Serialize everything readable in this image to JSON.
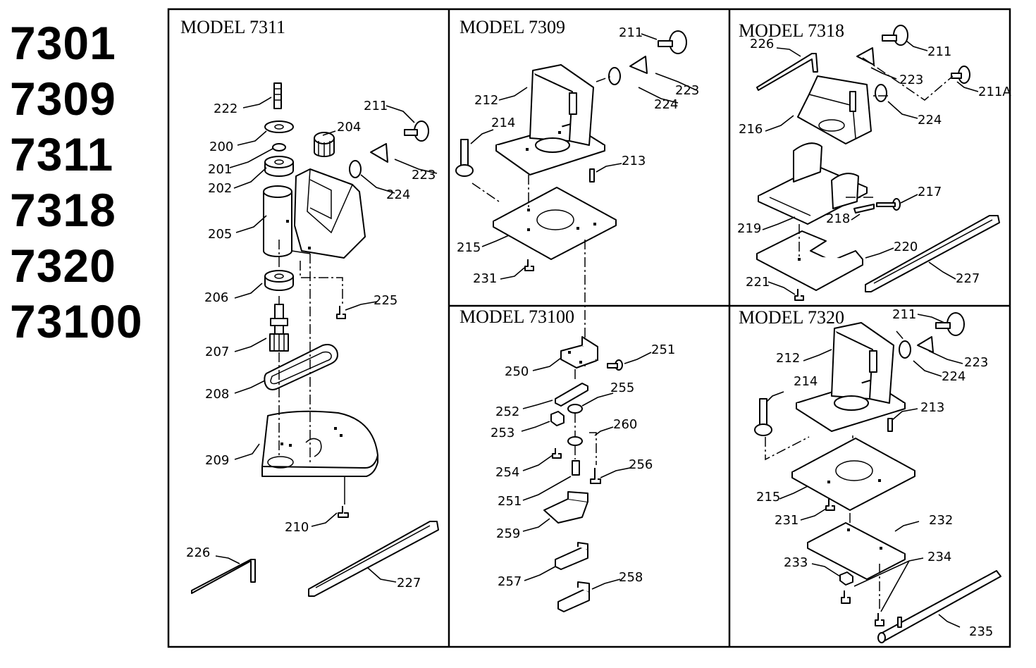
{
  "model_list": [
    "7301",
    "7309",
    "7311",
    "7318",
    "7320",
    "73100"
  ],
  "panels": {
    "p7311": {
      "title": "MODEL 7311",
      "labels": {
        "l222": "222",
        "l200": "200",
        "l201": "201",
        "l202": "202",
        "l204": "204",
        "l211": "211",
        "l223": "223",
        "l224": "224",
        "l205": "205",
        "l206": "206",
        "l225": "225",
        "l207": "207",
        "l208": "208",
        "l209": "209",
        "l210": "210",
        "l226": "226",
        "l227": "227"
      }
    },
    "p7309": {
      "title": "MODEL 7309",
      "labels": {
        "l211": "211",
        "l223": "223",
        "l224": "224",
        "l212": "212",
        "l214": "214",
        "l213": "213",
        "l215": "215",
        "l231": "231"
      }
    },
    "p7318": {
      "title": "MODEL 7318",
      "labels": {
        "l226": "226",
        "l211": "211",
        "l223": "223",
        "l211A": "211A",
        "l224": "224",
        "l216": "216",
        "l217": "217",
        "l218": "218",
        "l219": "219",
        "l220": "220",
        "l221": "221",
        "l227": "227"
      }
    },
    "p73100": {
      "title": "MODEL 73100",
      "labels": {
        "l251a": "251",
        "l250": "250",
        "l255": "255",
        "l252": "252",
        "l253": "253",
        "l260": "260",
        "l254": "254",
        "l256": "256",
        "l251b": "251",
        "l259": "259",
        "l257": "257",
        "l258": "258"
      }
    },
    "p7320": {
      "title": "MODEL 7320",
      "labels": {
        "l211": "211",
        "l212": "212",
        "l223": "223",
        "l224": "224",
        "l214": "214",
        "l213": "213",
        "l215": "215",
        "l231": "231",
        "l232": "232",
        "l233": "233",
        "l234": "234",
        "l235": "235"
      }
    }
  }
}
